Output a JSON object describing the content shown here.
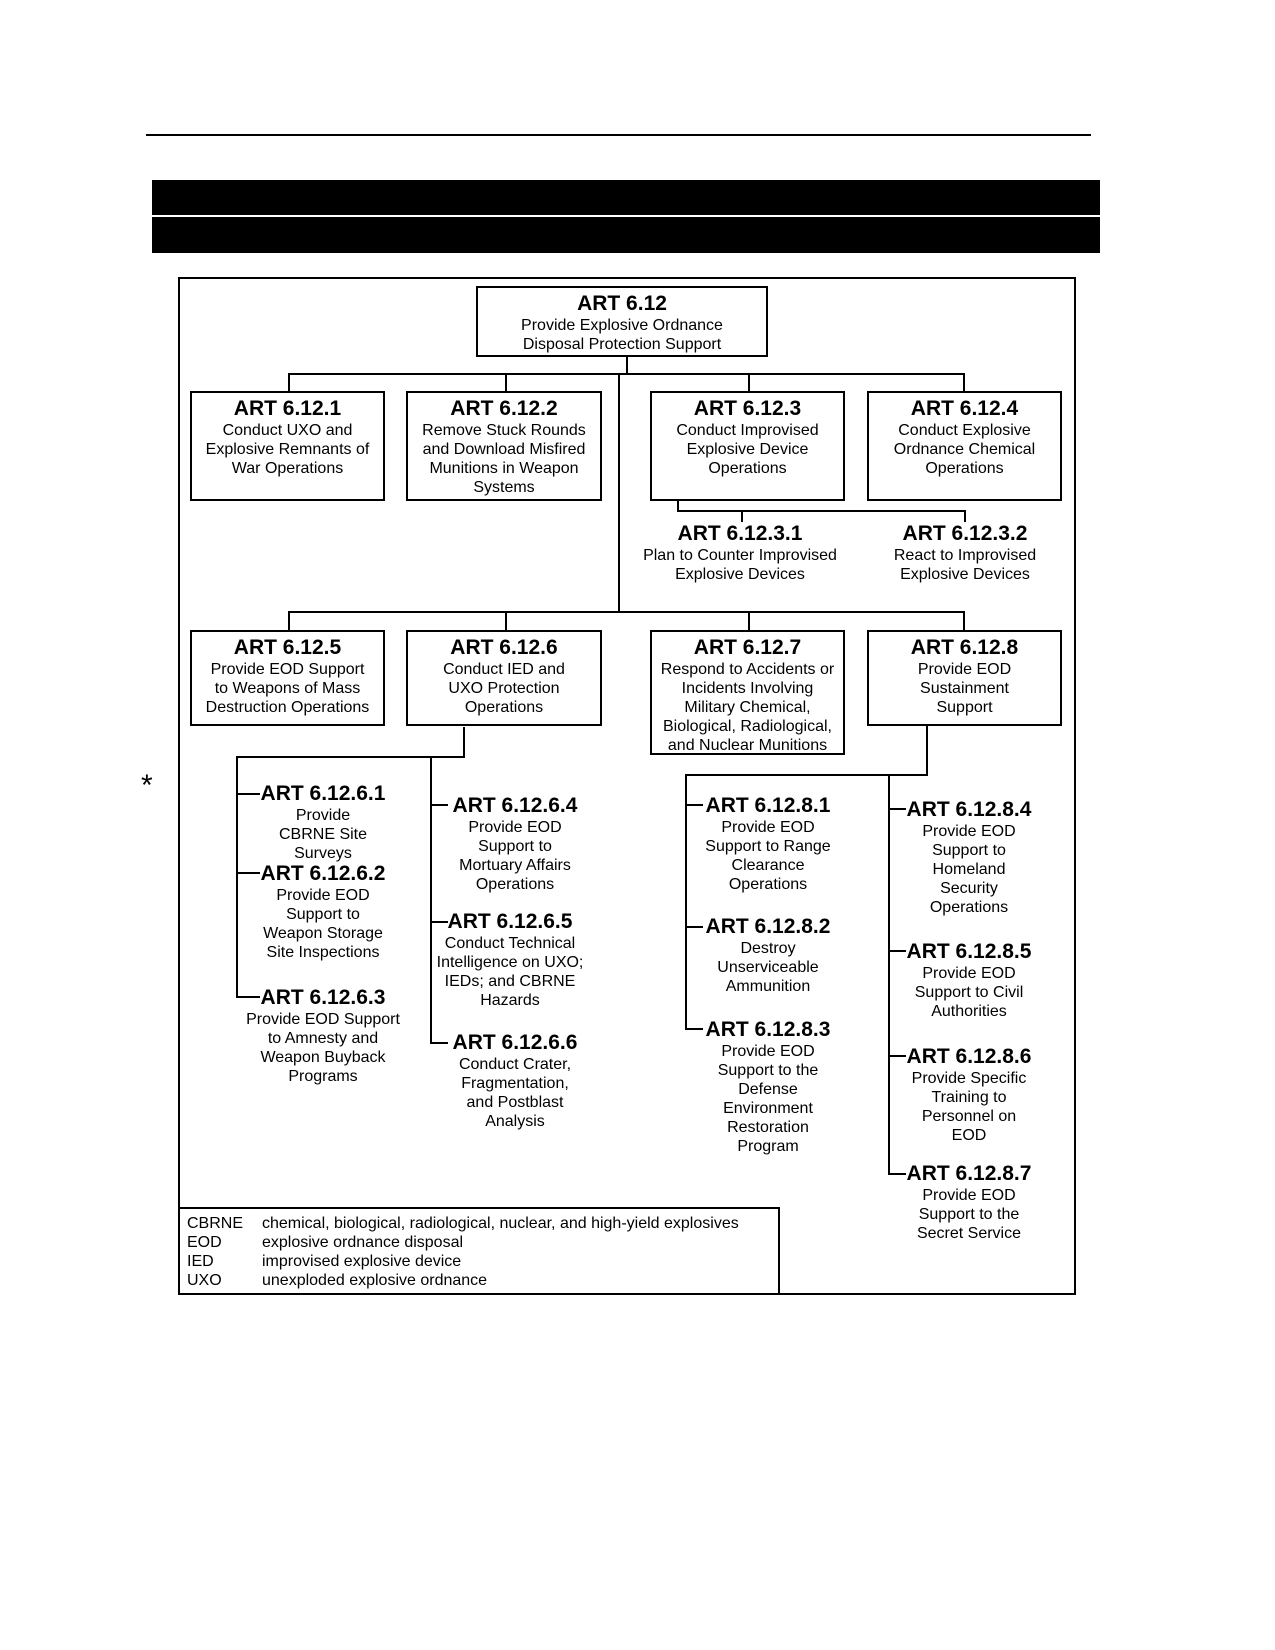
{
  "nodes": {
    "root": {
      "code": "ART 6.12",
      "desc": "Provide Explosive Ordnance Disposal Protection Support"
    },
    "n1": {
      "code": "ART 6.12.1",
      "desc": "Conduct UXO and Explosive Remnants of War Operations"
    },
    "n2": {
      "code": "ART 6.12.2",
      "desc": "Remove Stuck Rounds and Download Misfired Munitions in Weapon Systems"
    },
    "n3": {
      "code": "ART 6.12.3",
      "desc": "Conduct Improvised Explosive Device Operations"
    },
    "n4": {
      "code": "ART 6.12.4",
      "desc": "Conduct Explosive Ordnance Chemical Operations"
    },
    "n31": {
      "code": "ART 6.12.3.1",
      "desc": "Plan to Counter Improvised Explosive Devices"
    },
    "n32": {
      "code": "ART 6.12.3.2",
      "desc": "React to Improvised Explosive Devices"
    },
    "n5": {
      "code": "ART 6.12.5",
      "desc": "Provide EOD Support to Weapons of Mass Destruction Operations"
    },
    "n6": {
      "code": "ART 6.12.6",
      "desc": "Conduct IED and UXO Protection Operations"
    },
    "n7": {
      "code": "ART 6.12.7",
      "desc": "Respond to Accidents or Incidents Involving Military Chemical, Biological, Radiological, and Nuclear Munitions"
    },
    "n8": {
      "code": "ART 6.12.8",
      "desc": "Provide EOD Sustainment Support"
    },
    "n61": {
      "code": "ART 6.12.6.1",
      "desc": "Provide CBRNE Site Surveys"
    },
    "n62": {
      "code": "ART 6.12.6.2",
      "desc": "Provide EOD Support to Weapon Storage Site Inspections"
    },
    "n63": {
      "code": "ART 6.12.6.3",
      "desc": "Provide EOD Support to Amnesty and Weapon Buyback Programs"
    },
    "n64": {
      "code": "ART 6.12.6.4",
      "desc": "Provide EOD Support to Mortuary Affairs Operations"
    },
    "n65": {
      "code": "ART 6.12.6.5",
      "desc": "Conduct Technical Intelligence on UXO; IEDs; and CBRNE Hazards"
    },
    "n66": {
      "code": "ART 6.12.6.6",
      "desc": "Conduct Crater, Fragmentation, and Postblast Analysis"
    },
    "n81": {
      "code": "ART 6.12.8.1",
      "desc": "Provide EOD Support to Range Clearance Operations"
    },
    "n82": {
      "code": "ART 6.12.8.2",
      "desc": "Destroy Unserviceable Ammunition"
    },
    "n83": {
      "code": "ART 6.12.8.3",
      "desc": "Provide EOD Support to the Defense Environment Restoration Program"
    },
    "n84": {
      "code": "ART 6.12.8.4",
      "desc": "Provide EOD Support to Homeland Security Operations"
    },
    "n85": {
      "code": "ART 6.12.8.5",
      "desc": "Provide EOD Support to Civil Authorities"
    },
    "n86": {
      "code": "ART 6.12.8.6",
      "desc": "Provide Specific Training to Personnel on EOD"
    },
    "n87": {
      "code": "ART 6.12.8.7",
      "desc": "Provide EOD Support to the Secret Service"
    }
  },
  "legend": [
    {
      "abbr": "CBRNE",
      "text": "chemical, biological, radiological, nuclear, and high-yield explosives"
    },
    {
      "abbr": "EOD",
      "text": "explosive ordnance disposal"
    },
    {
      "abbr": "IED",
      "text": "improvised explosive device"
    },
    {
      "abbr": "UXO",
      "text": "unexploded explosive ordnance"
    }
  ],
  "marker": "*"
}
